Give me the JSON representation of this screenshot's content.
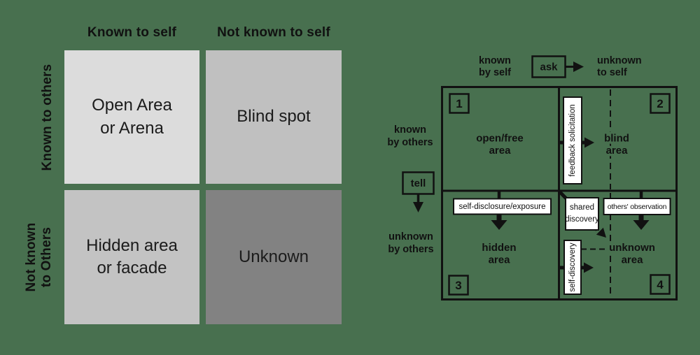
{
  "colors": {
    "background": "#48704F",
    "quadrant_open": "#dcdcdc",
    "quadrant_blind": "#c0c0c0",
    "quadrant_hidden": "#c3c3c3",
    "quadrant_unknown": "#828282",
    "line": "#111111",
    "process_box_fill": "#ffffff"
  },
  "left_diagram": {
    "col_headers": [
      "Known to self",
      "Not known to self"
    ],
    "row_headers": [
      "Known to others",
      "Not known\nto Others"
    ],
    "quadrants": [
      {
        "label": "Open Area\nor Arena"
      },
      {
        "label": "Blind spot"
      },
      {
        "label": "Hidden area\nor facade"
      },
      {
        "label": "Unknown"
      }
    ]
  },
  "right_diagram": {
    "top_axis": {
      "left": [
        "known",
        "by self"
      ],
      "action": "ask",
      "right": [
        "unknown",
        "to self"
      ]
    },
    "left_axis": {
      "top": [
        "known",
        "by others"
      ],
      "action": "tell",
      "bottom": [
        "unknown",
        "by others"
      ]
    },
    "numbers": [
      "1",
      "2",
      "3",
      "4"
    ],
    "areas": {
      "open": [
        "open/free",
        "area"
      ],
      "blind": [
        "blind",
        "area"
      ],
      "hidden": [
        "hidden",
        "area"
      ],
      "unknown": [
        "unknown",
        "area"
      ]
    },
    "processes": {
      "feedback_solicitation": "feedback solicitation",
      "self_disclosure": "self-disclosure/exposure",
      "shared_discovery": [
        "shared",
        "discovery"
      ],
      "others_observation": "others' observation",
      "self_discovery": "self-discovery"
    }
  }
}
